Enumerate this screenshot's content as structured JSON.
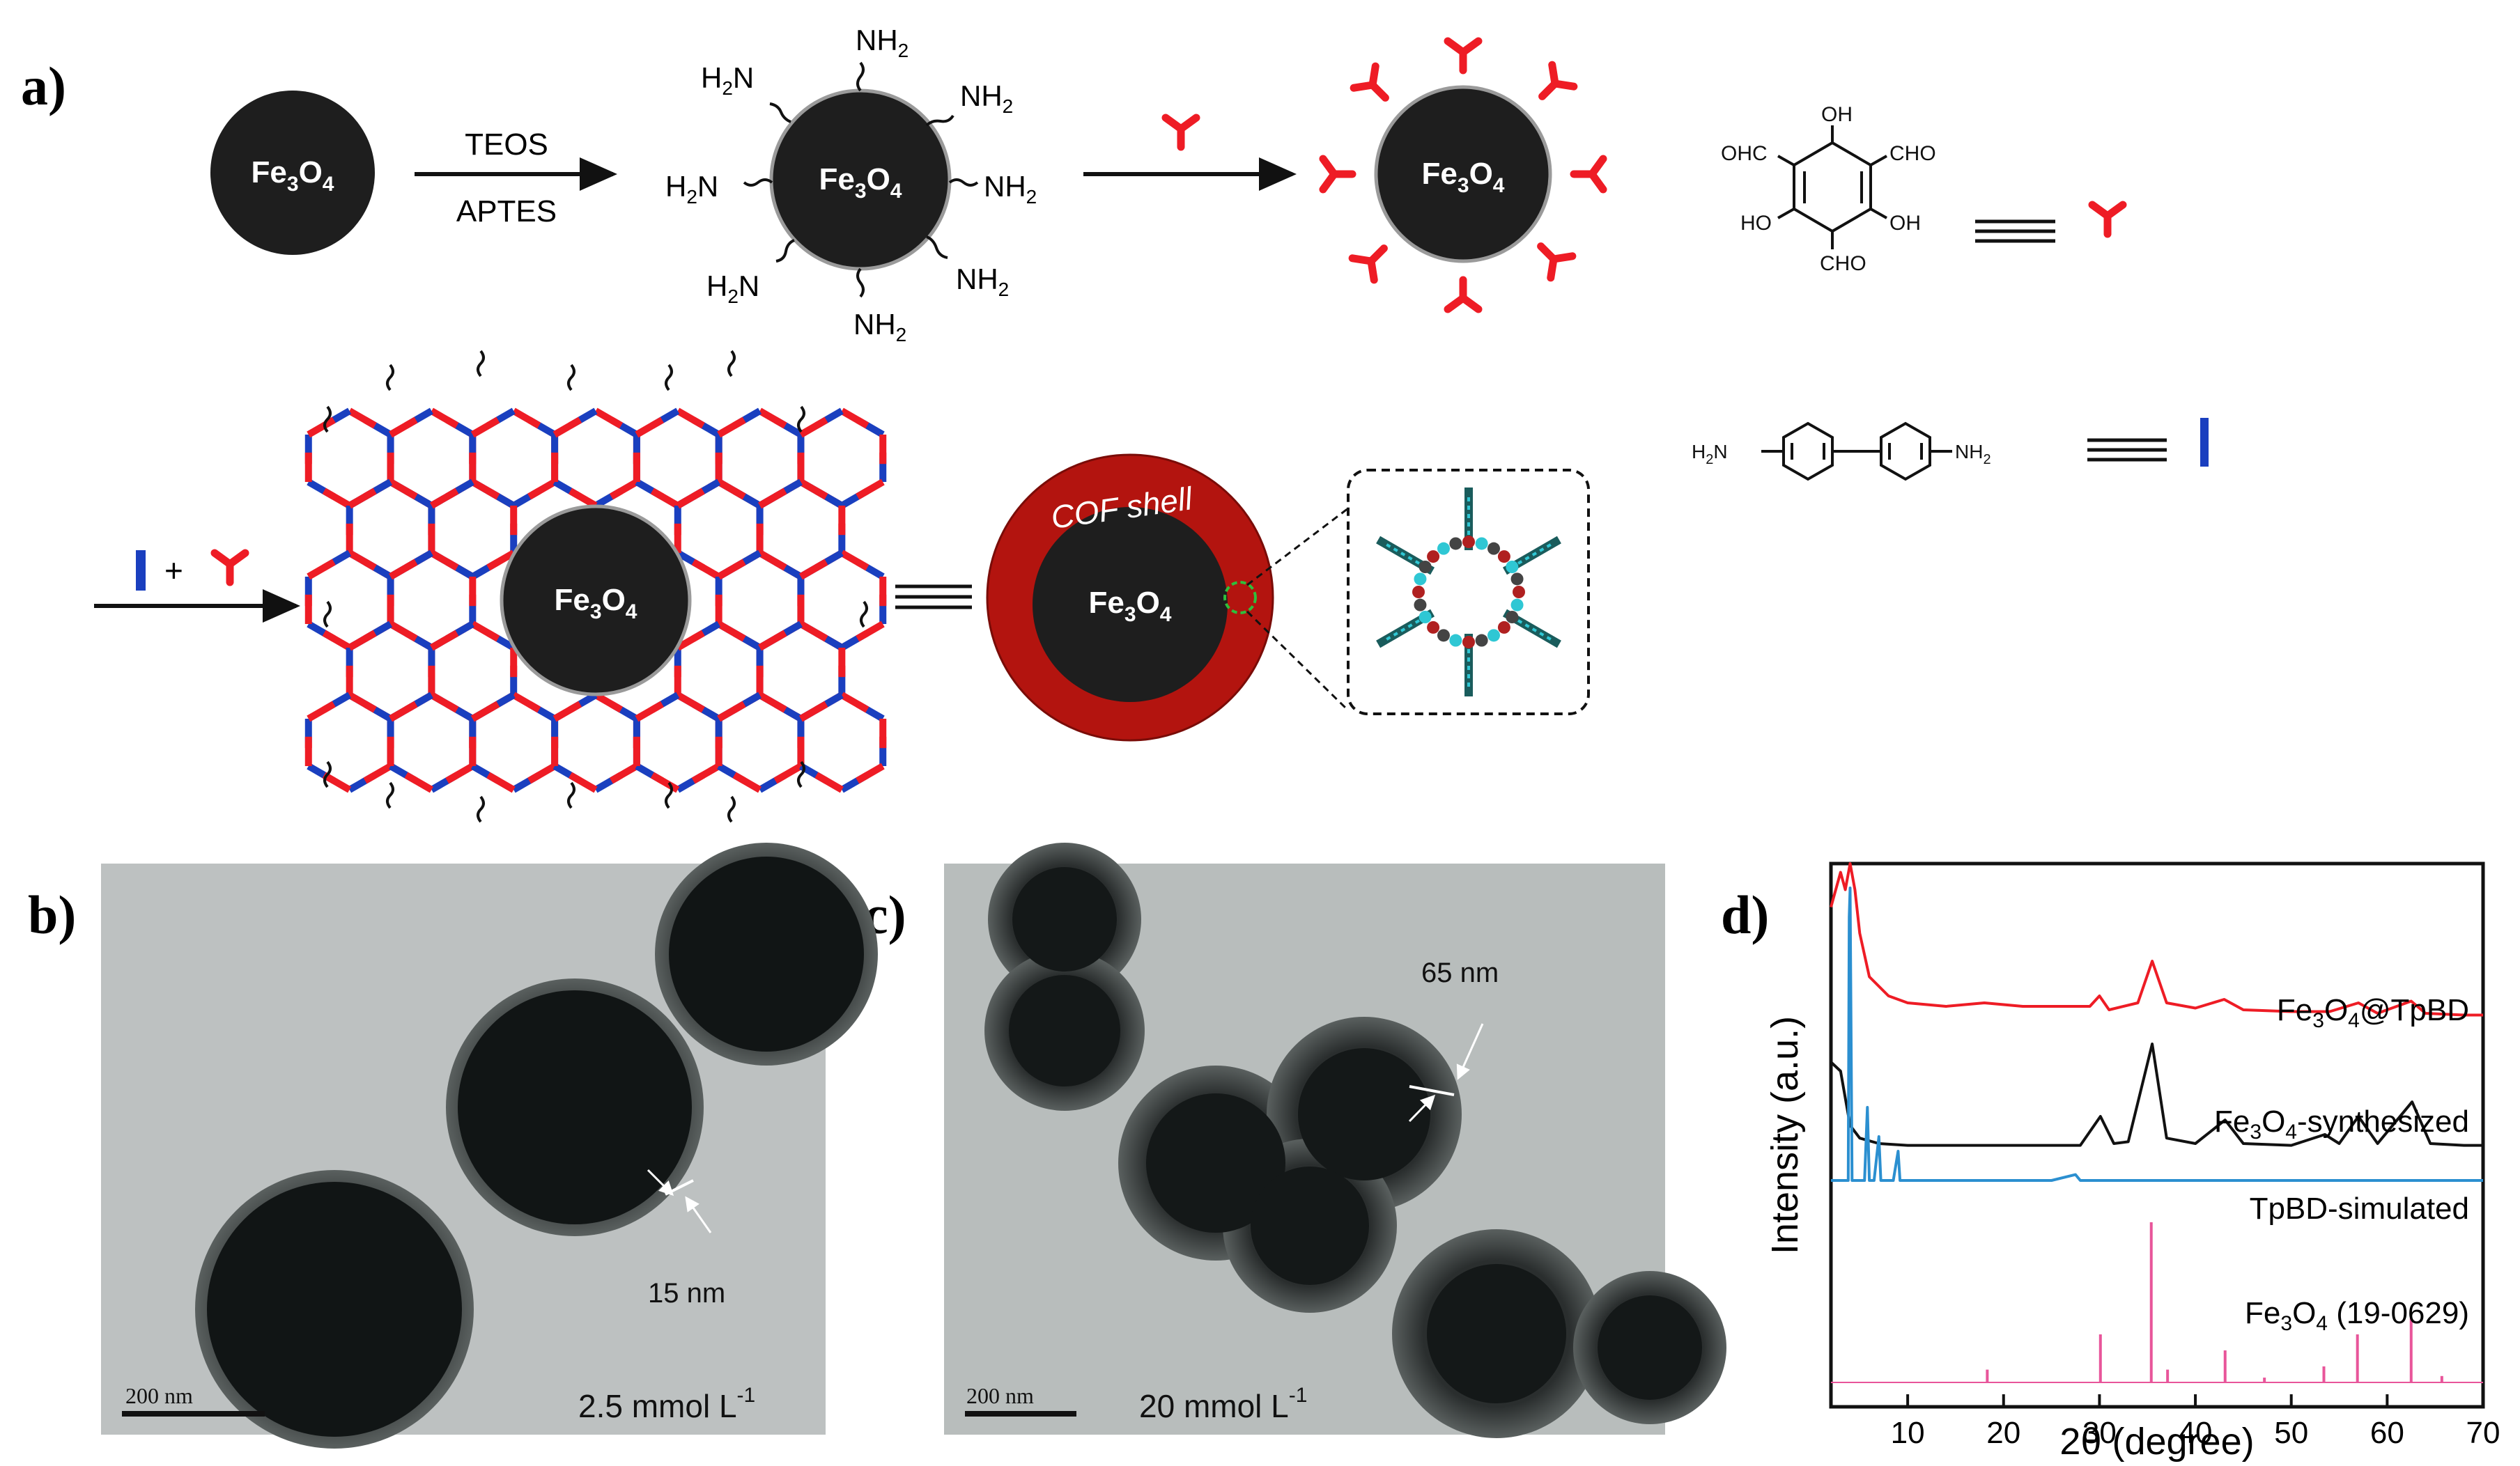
{
  "panels": {
    "a": "a)",
    "b": "b)",
    "c": "c)",
    "d": "d)"
  },
  "scheme": {
    "core_label": "Fe3O4",
    "arrow1_top": "TEOS",
    "arrow1_bottom": "APTES",
    "amine": "NH2",
    "amine_left": "H2N",
    "cof_shell": "COF shell",
    "aldehyde": "CHO",
    "aldehyde_left": "OHC",
    "hydroxyl": "OH",
    "hydroxyl_left": "HO",
    "plus": "+"
  },
  "tem": {
    "b": {
      "scale_bar": "200 nm",
      "thickness": "15 nm",
      "concentration": "2.5 mmol L",
      "conc_exp": "-1"
    },
    "c": {
      "scale_bar": "200 nm",
      "thickness": "65 nm",
      "concentration": "20 mmol L",
      "conc_exp": "-1"
    }
  },
  "colors": {
    "red": "#ee1c25",
    "blue": "#1a3fbf",
    "dark_red": "#b3140f",
    "black_core": "#1e1e1e",
    "xrd_cyan": "#2b8fd0",
    "xrd_pink": "#e8559a"
  },
  "chart_data": {
    "type": "line",
    "xlabel": "2θ (degree)",
    "ylabel": "Intensity (a.u.)",
    "xlim": [
      2,
      70
    ],
    "xticks": [
      10,
      20,
      30,
      40,
      50,
      60,
      70
    ],
    "series": [
      {
        "name": "Fe3O4@TpBD",
        "color": "#ee1c25",
        "x": [
          2,
          3,
          3.5,
          4,
          4.5,
          5,
          6,
          8,
          10,
          14,
          18,
          22,
          26,
          29,
          30,
          31,
          34,
          35.5,
          37,
          40,
          43,
          45,
          50,
          54,
          57,
          59,
          62.5,
          64,
          68,
          70
        ],
        "y": [
          0.75,
          0.95,
          0.85,
          1.0,
          0.85,
          0.6,
          0.35,
          0.24,
          0.2,
          0.18,
          0.2,
          0.18,
          0.18,
          0.18,
          0.24,
          0.16,
          0.2,
          0.44,
          0.2,
          0.17,
          0.22,
          0.16,
          0.15,
          0.15,
          0.2,
          0.14,
          0.21,
          0.14,
          0.13,
          0.13
        ]
      },
      {
        "name": "Fe3O4-synthesized",
        "color": "#111111",
        "x": [
          2,
          3,
          4,
          5,
          7,
          10,
          15,
          20,
          25,
          28,
          30.1,
          31.5,
          33,
          35.5,
          37,
          40,
          43.1,
          45,
          50,
          53.5,
          55,
          57,
          59,
          62.6,
          64.5,
          68,
          70
        ],
        "y": [
          0.5,
          0.45,
          0.15,
          0.08,
          0.05,
          0.04,
          0.04,
          0.04,
          0.04,
          0.04,
          0.2,
          0.05,
          0.06,
          0.6,
          0.08,
          0.05,
          0.18,
          0.05,
          0.04,
          0.1,
          0.05,
          0.2,
          0.05,
          0.28,
          0.05,
          0.04,
          0.04
        ]
      },
      {
        "name": "TpBD-simulated",
        "color": "#2b8fd0",
        "x": [
          2,
          3.8,
          3.9,
          4.0,
          4.2,
          5.5,
          5.8,
          6.0,
          6.5,
          7.0,
          7.2,
          7.4,
          8.5,
          9.0,
          9.2,
          10,
          25,
          27.5,
          28,
          30,
          70
        ],
        "y": [
          0,
          0,
          0.9,
          1.0,
          0,
          0,
          0.25,
          0,
          0,
          0.15,
          0,
          0,
          0,
          0.1,
          0,
          0,
          0,
          0.02,
          0,
          0,
          0
        ]
      },
      {
        "name": "Fe3O4 (19-0629)",
        "color": "#e8559a",
        "type": "stick",
        "x": [
          18.3,
          30.1,
          35.4,
          37.1,
          43.1,
          47.2,
          53.4,
          56.9,
          62.5,
          65.7
        ],
        "y": [
          0.08,
          0.3,
          1.0,
          0.08,
          0.2,
          0.03,
          0.1,
          0.3,
          0.4,
          0.04
        ]
      }
    ],
    "legend": [
      {
        "label": "Fe",
        "sub1": "3",
        "mid": "O",
        "sub2": "4",
        "suffix": "@TpBD"
      },
      {
        "label": "Fe",
        "sub1": "3",
        "mid": "O",
        "sub2": "4",
        "suffix": "-synthesized"
      },
      {
        "label": "TpBD-simulated",
        "sub1": "",
        "mid": "",
        "sub2": "",
        "suffix": ""
      },
      {
        "label": "Fe",
        "sub1": "3",
        "mid": "O",
        "sub2": "4",
        "suffix": " (19-0629)"
      }
    ]
  }
}
